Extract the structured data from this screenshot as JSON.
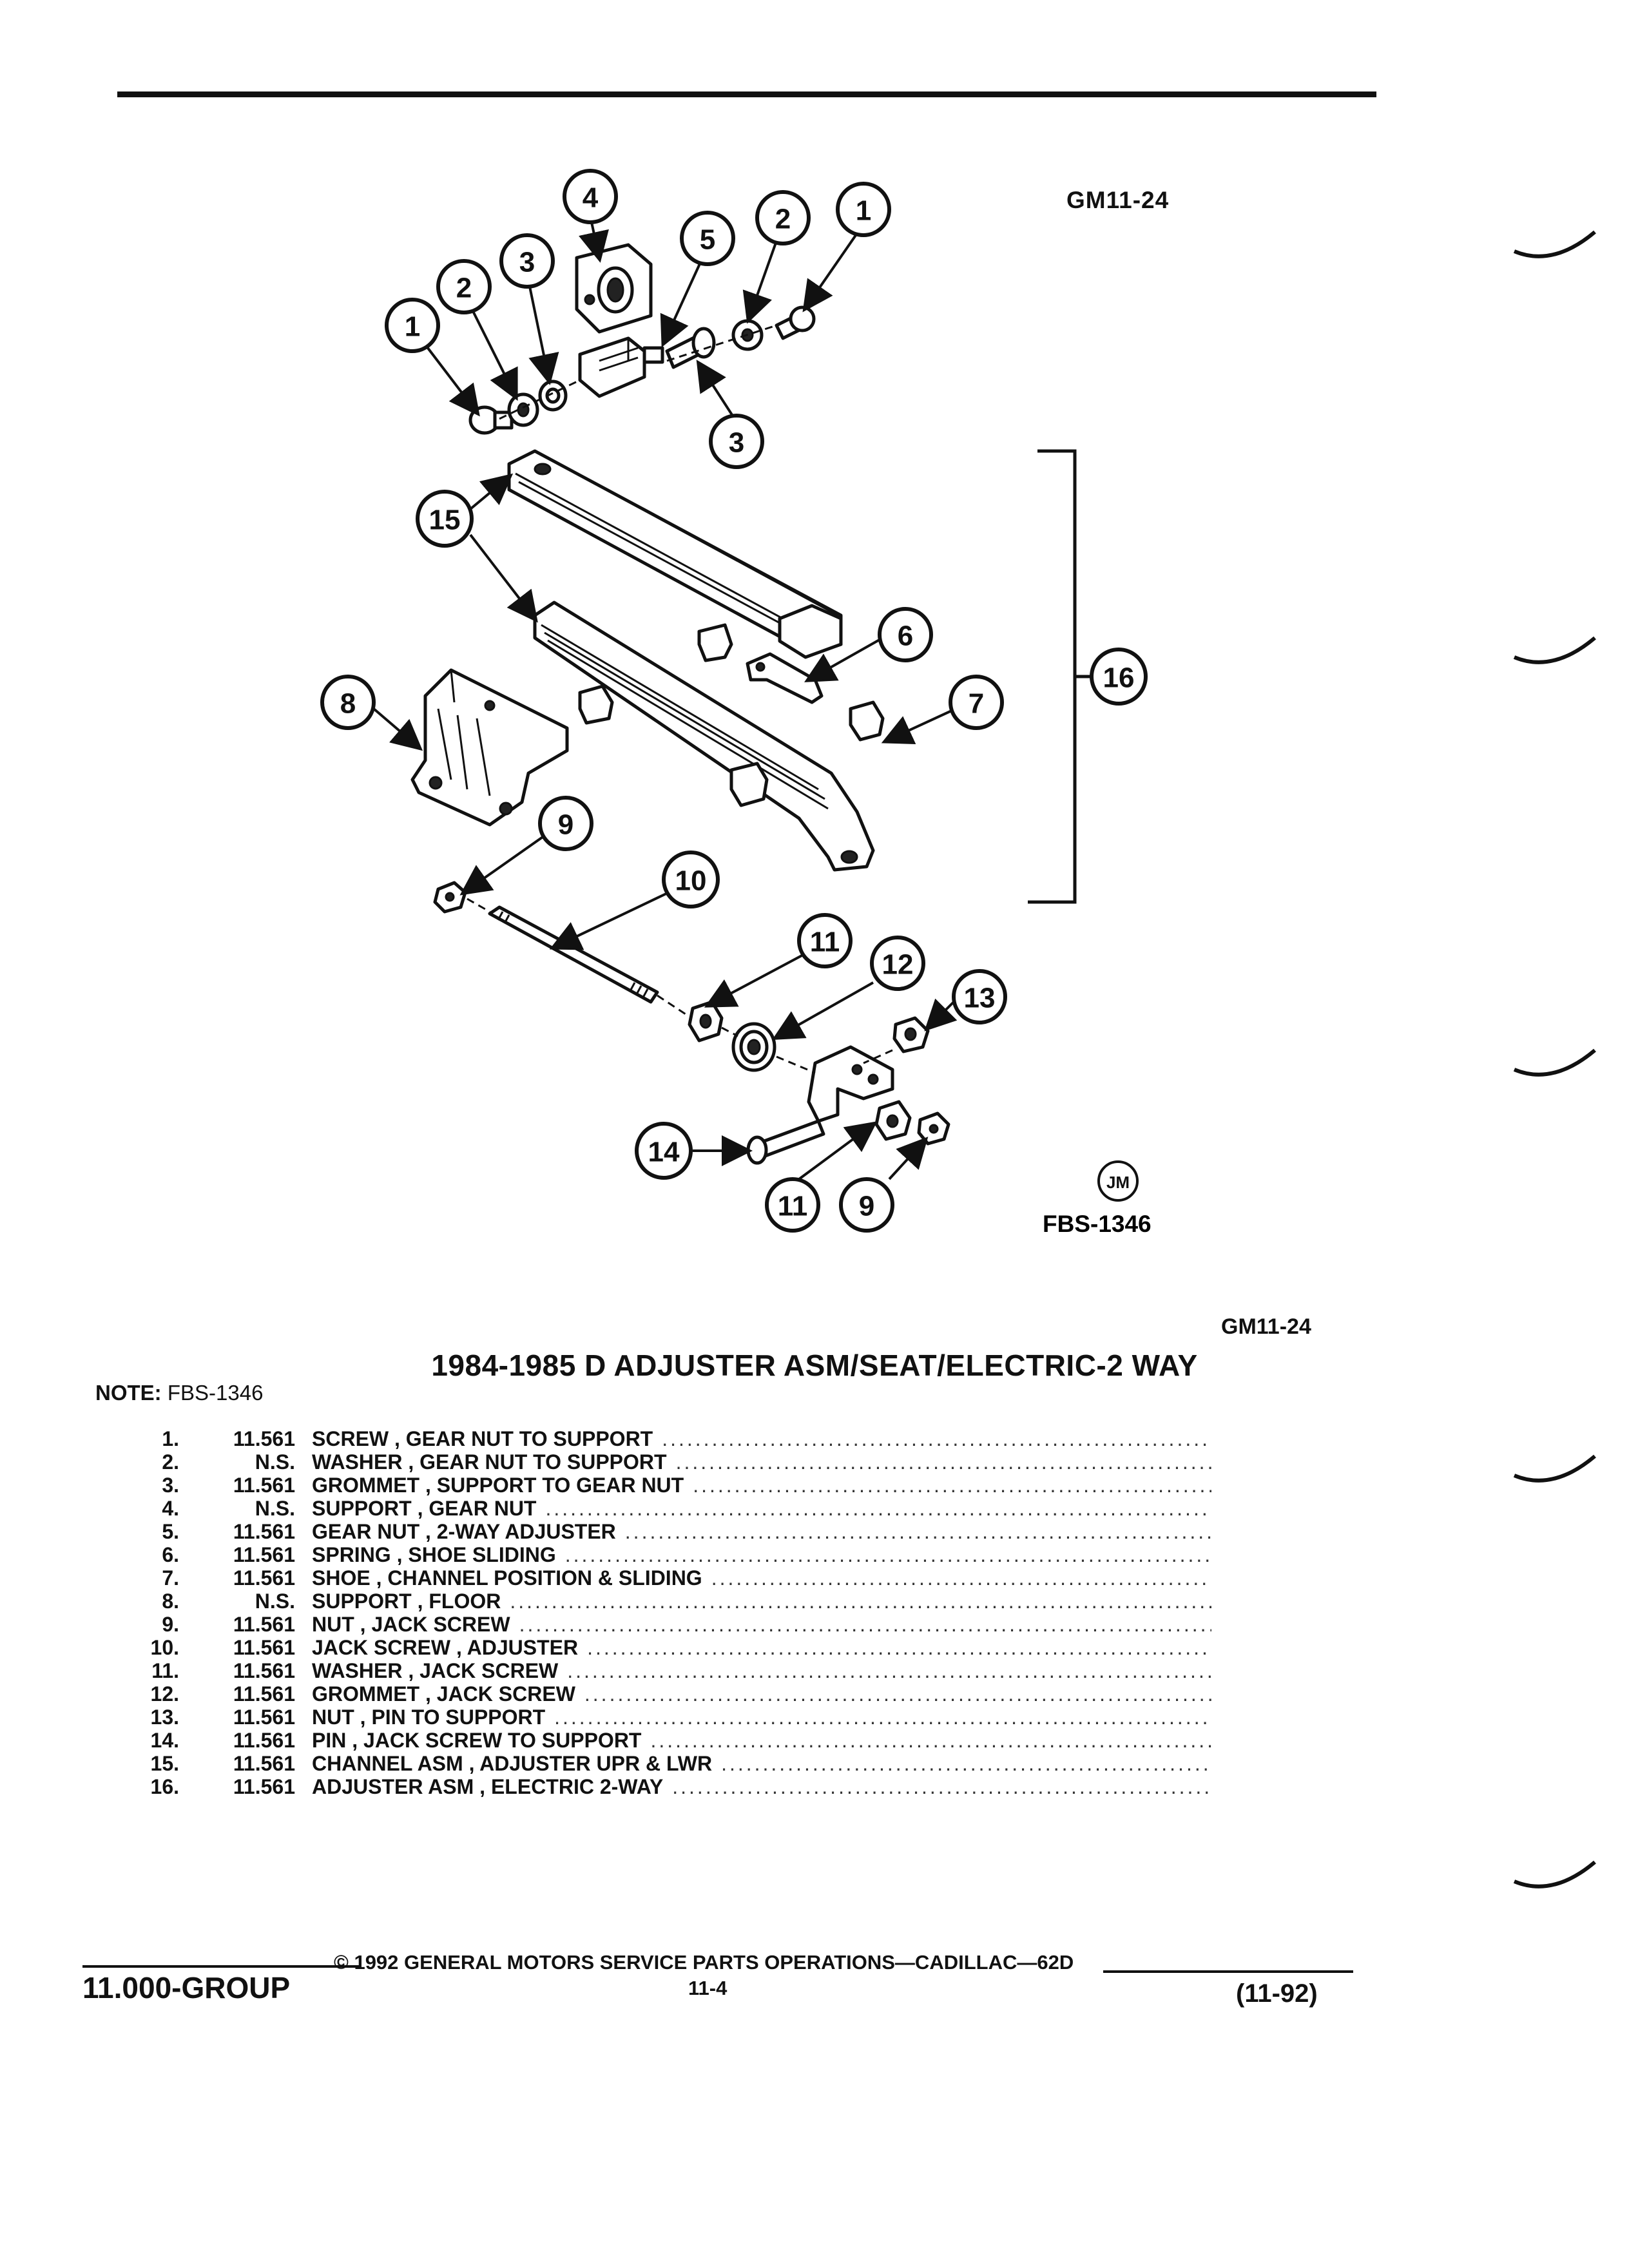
{
  "figure_id": "GM11-24",
  "figure_code": "FBS-1346",
  "illustrator_mark": "JM",
  "title": "1984-1985 D ADJUSTER ASM/SEAT/ELECTRIC-2 WAY",
  "section_id": "GM11-24",
  "note_label": "NOTE:",
  "note_value": "FBS-1346",
  "callouts": [
    "1",
    "2",
    "3",
    "4",
    "5",
    "2",
    "1",
    "3",
    "15",
    "16",
    "6",
    "8",
    "7",
    "9",
    "10",
    "11",
    "12",
    "13",
    "14",
    "11",
    "9"
  ],
  "parts": [
    {
      "num": "1.",
      "code": "11.561",
      "desc": "SCREW , GEAR NUT TO SUPPORT"
    },
    {
      "num": "2.",
      "code": "N.S.",
      "desc": "WASHER , GEAR NUT TO SUPPORT"
    },
    {
      "num": "3.",
      "code": "11.561",
      "desc": "GROMMET , SUPPORT TO GEAR NUT"
    },
    {
      "num": "4.",
      "code": "N.S.",
      "desc": "SUPPORT , GEAR NUT"
    },
    {
      "num": "5.",
      "code": "11.561",
      "desc": "GEAR NUT , 2-WAY ADJUSTER"
    },
    {
      "num": "6.",
      "code": "11.561",
      "desc": "SPRING , SHOE SLIDING"
    },
    {
      "num": "7.",
      "code": "11.561",
      "desc": "SHOE , CHANNEL POSITION & SLIDING"
    },
    {
      "num": "8.",
      "code": "N.S.",
      "desc": "SUPPORT , FLOOR"
    },
    {
      "num": "9.",
      "code": "11.561",
      "desc": "NUT , JACK SCREW"
    },
    {
      "num": "10.",
      "code": "11.561",
      "desc": "JACK SCREW , ADJUSTER"
    },
    {
      "num": "11.",
      "code": "11.561",
      "desc": "WASHER , JACK SCREW"
    },
    {
      "num": "12.",
      "code": "11.561",
      "desc": "GROMMET , JACK SCREW"
    },
    {
      "num": "13.",
      "code": "11.561",
      "desc": "NUT , PIN TO SUPPORT"
    },
    {
      "num": "14.",
      "code": "11.561",
      "desc": "PIN , JACK SCREW TO SUPPORT"
    },
    {
      "num": "15.",
      "code": "11.561",
      "desc": "CHANNEL ASM , ADJUSTER UPR & LWR"
    },
    {
      "num": "16.",
      "code": "11.561",
      "desc": "ADJUSTER ASM , ELECTRIC 2-WAY"
    }
  ],
  "footer": {
    "group": "11.000-GROUP",
    "copyright": "© 1992 GENERAL MOTORS SERVICE PARTS OPERATIONS—CADILLAC—62D",
    "page": "11-4",
    "date": "(11-92)"
  }
}
